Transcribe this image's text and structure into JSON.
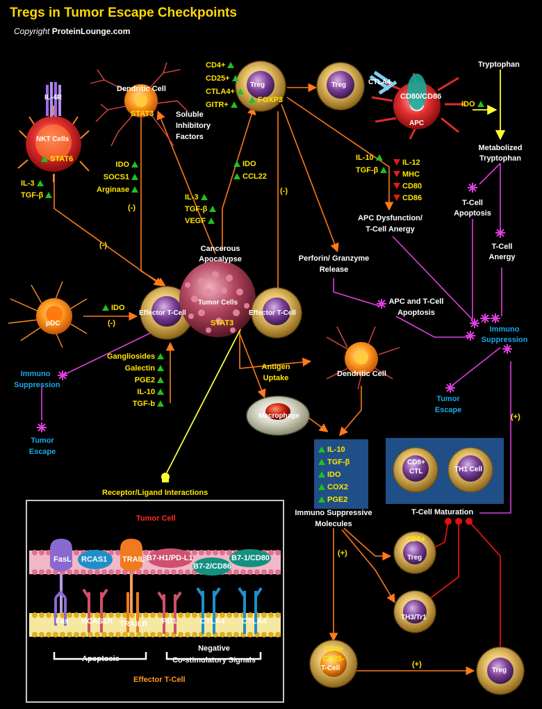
{
  "header": {
    "title": "Tregs in Tumor Escape Checkpoints",
    "copyright_prefix": "Copyright",
    "copyright_site": "ProteinLounge.com"
  },
  "cells": {
    "nkt": "NKT Cells",
    "il4r": "IL-4R",
    "stat6": "STAT6",
    "dendritic_top": "Dendritic Cell",
    "stat3_dc": "STAT3",
    "treg_main": "Treg",
    "foxp3": "FOXP3",
    "treg_second": "Treg",
    "ctla4": "CTLA4",
    "cd80cd86": "CD80/CD86",
    "apc": "APC",
    "pdc": "pDC",
    "effector_left": "Effector T-Cell",
    "tumor_cells": "Tumor Cells",
    "stat3_tumor": "STAT3",
    "effector_right": "Effector T-Cell",
    "dendritic_mid": "Dendritic Cell",
    "macrophage": "Macrophage",
    "cd8_ctl_1": "CD8+",
    "cd8_ctl_2": "CTL",
    "th1": "TH1 Cell",
    "cd8_treg_1": "CD8+",
    "cd8_treg_2": "Treg",
    "th3": "TH3/Tr1",
    "cd4_1": "CD4+",
    "cd4_2": "CD25-",
    "cd4_3": "T-Cell",
    "treg_bottom": "Treg"
  },
  "labels": {
    "treg_markers": [
      "CD4+",
      "CD25+",
      "CTLA4+",
      "GITR+"
    ],
    "nkt_factors": [
      "IL-3",
      "TGF-β"
    ],
    "dc_factors": [
      "IDO",
      "SOCS1",
      "Arginase"
    ],
    "soluble": [
      "Soluble",
      "Inhibitory",
      "Factors"
    ],
    "tumor_treg_factors": [
      "IDO",
      "CCL22"
    ],
    "tumor_factors": [
      "IL-3",
      "TGF-β",
      "VEGF"
    ],
    "treg_apc_up": [
      "IL-10",
      "TGF-β"
    ],
    "treg_apc_down": [
      "IL-12",
      "MHC",
      "CD80",
      "CD86"
    ],
    "apc_ido": "IDO",
    "tryptophan": "Tryptophan",
    "metabolized": [
      "Metabolized",
      "Tryptophan"
    ],
    "tcell_apoptosis": [
      "T-Cell",
      "Apoptosis"
    ],
    "tcell_anergy": [
      "T-Cell",
      "Anergy"
    ],
    "apc_dysfunction": [
      "APC Dysfunction/",
      "T-Cell Anergy"
    ],
    "cancerous": [
      "Cancerous",
      "Apocalypse"
    ],
    "perforin": [
      "Perforin/ Granzyme",
      "Release"
    ],
    "apc_tcell_apoptosis": [
      "APC and T-Cell",
      "Apoptosis"
    ],
    "immuno_right": [
      "Immuno",
      "Suppression"
    ],
    "pdc_ido": "IDO",
    "minus": "(-)",
    "plus": "(+)",
    "immuno_left": [
      "Immuno",
      "Suppression"
    ],
    "tumor_escape_left": [
      "Tumor",
      "Escape"
    ],
    "tumor_escape_right": [
      "Tumor",
      "Escape"
    ],
    "tumor_secreted": [
      "Gangliosides",
      "Galectin",
      "PGE2",
      "IL-10",
      "TGF-b"
    ],
    "antigen_uptake": [
      "Antigen",
      "Uptake"
    ],
    "suppressive_molecules": [
      "IL-10",
      "TGF-β",
      "IDO",
      "COX2",
      "PGE2"
    ],
    "immuno_suppressive": [
      "Immuno Suppressive",
      "Molecules"
    ],
    "tcell_maturation": "T-Cell Maturation",
    "receptor_ligand": "Receptor/Ligand Interactions"
  },
  "inset": {
    "tumor_cell": "Tumor Cell",
    "effector_cell": "Effector T-Cell",
    "ligands": [
      "FasL",
      "RCAS1",
      "TRAIL",
      "B7-H1/PD-L1",
      "B7-2/CD86",
      "B7-1/CD80"
    ],
    "receptors": [
      "Fas",
      "RCAS1R",
      "TRAILR",
      "PD1",
      "CTLA4",
      "CTLA4"
    ],
    "apoptosis": "Apoptosis",
    "negative": [
      "Negative",
      "Co-stimulatory Signals"
    ]
  },
  "colors": {
    "arrow_orange": "#ff7a1a",
    "arrow_magenta": "#e040e0",
    "arrow_yellow": "#ffff33",
    "arrow_red": "#e01010",
    "text_yellow": "#ffe600",
    "text_cyan": "#1aa8e8",
    "box_blue": "#1f4f86"
  }
}
